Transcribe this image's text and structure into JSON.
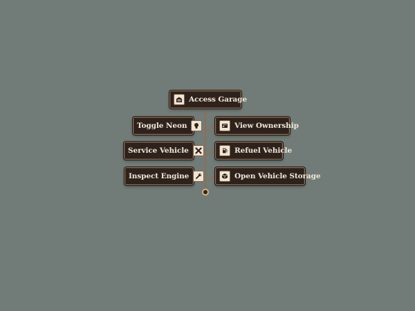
{
  "menu": {
    "root": {
      "label": "Access Garage",
      "icon": "garage-icon"
    },
    "left": [
      {
        "label": "Toggle Neon",
        "icon": "lightbulb-icon"
      },
      {
        "label": "Service Vehicle",
        "icon": "tools-icon"
      },
      {
        "label": "Inspect Engine",
        "icon": "wrench-icon"
      }
    ],
    "right": [
      {
        "label": "View Ownership",
        "icon": "id-card-icon"
      },
      {
        "label": "Refuel Vehicle",
        "icon": "fuel-pump-icon"
      },
      {
        "label": "Open Vehicle Storage",
        "icon": "box-icon"
      }
    ]
  },
  "colors": {
    "background": "#717c78",
    "button_bg": "#2e221c",
    "button_border": "#9c7a5c",
    "text": "#f1e7d7",
    "connector": "#8f6e52"
  }
}
